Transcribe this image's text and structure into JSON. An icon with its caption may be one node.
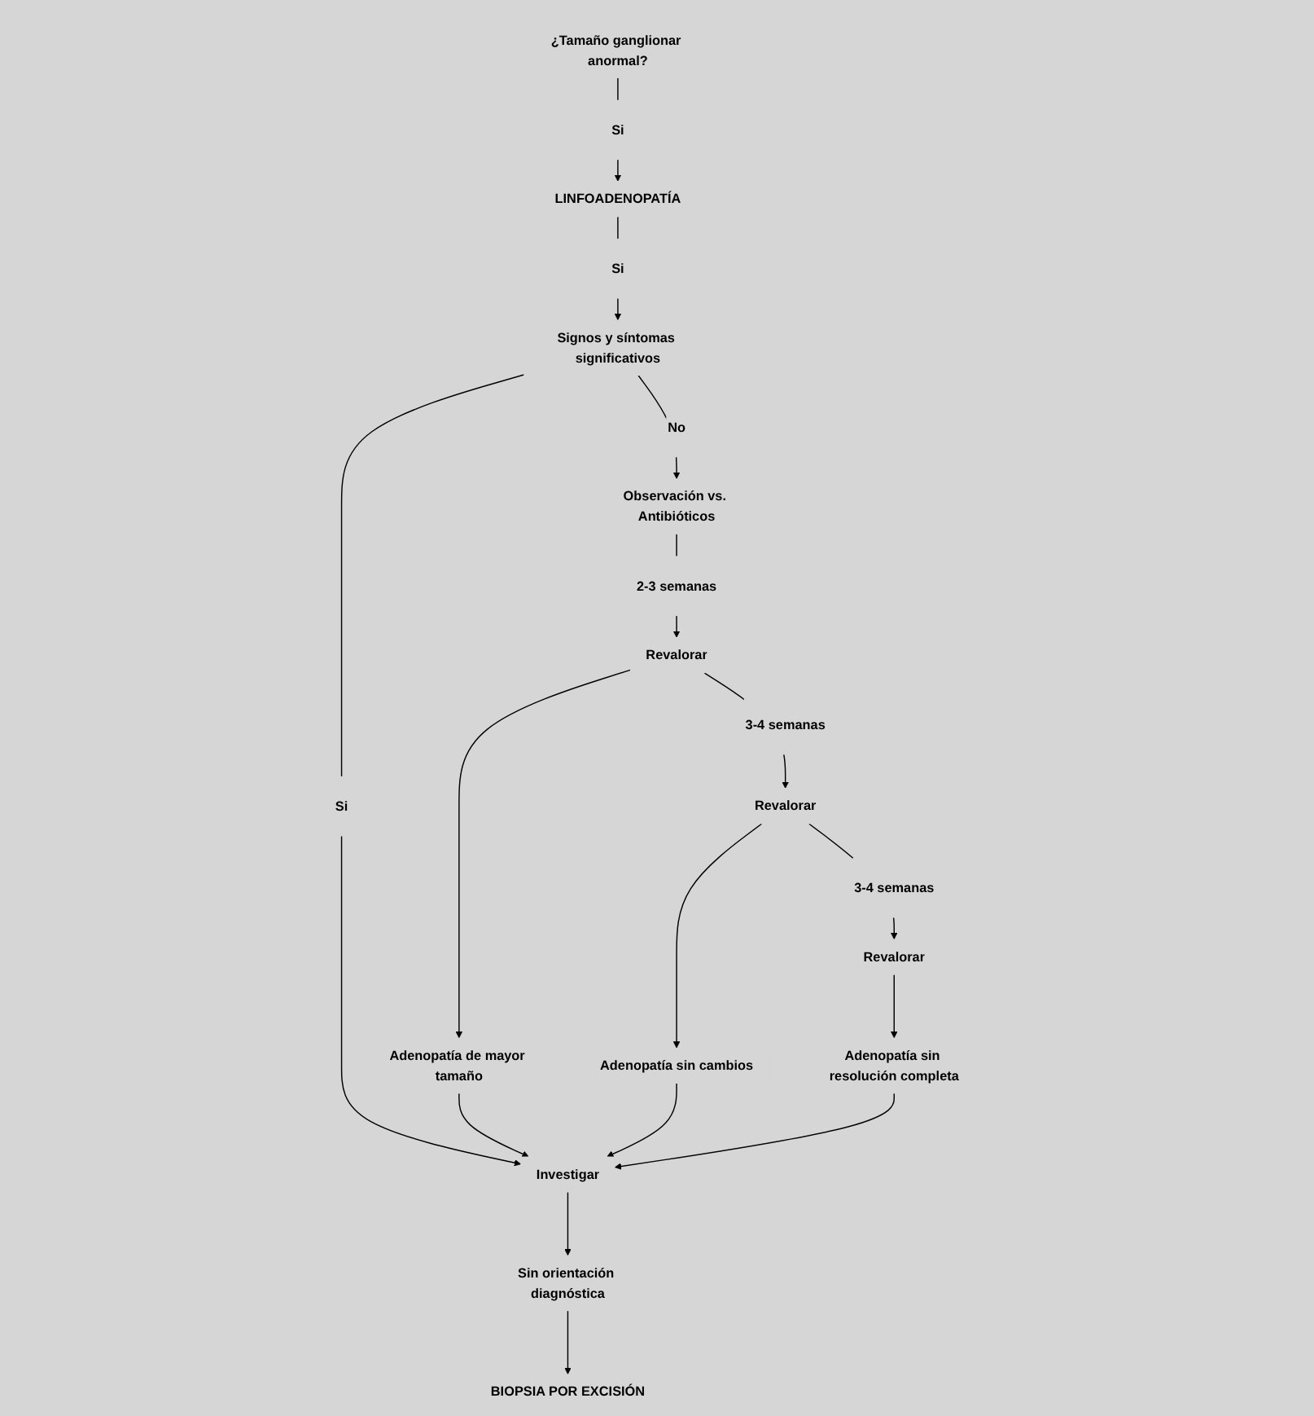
{
  "diagram": {
    "nodes": [
      {
        "text": [
          "¿Tamaño ganglionar anormal?"
        ]
      },
      {
        "text": [
          "LINFOADENOPATÍA"
        ]
      },
      {
        "text": [
          "Signos y síntomas significativos"
        ]
      },
      {
        "text": [
          "Observación vs. Antibióticos"
        ]
      },
      {
        "text": [
          "Revalorar"
        ]
      },
      {
        "text": [
          "Adenopatía de mayor tamaño"
        ]
      },
      {
        "text": [
          "Investigar"
        ]
      },
      {
        "text": [
          "Revalorar"
        ]
      },
      {
        "text": [
          "Adenopatía sin cambios"
        ]
      },
      {
        "text": [
          "Sin orientación diagnóstica"
        ]
      },
      {
        "text": [
          "Revalorar"
        ]
      },
      {
        "text": [
          "Adenopatía sin resolución completa"
        ]
      },
      {
        "text": [
          "BIOPSIA POR EXCISIÓN"
        ]
      }
    ],
    "edges": [
      {
        "from": 0,
        "to": 1,
        "arrow": "to",
        "label": "Si"
      },
      {
        "from": 1,
        "to": 2,
        "arrow": "to",
        "label": "Si"
      },
      {
        "from": 2,
        "to": 3,
        "arrow": "to",
        "label": "No"
      },
      {
        "from": 2,
        "to": 6,
        "arrow": "to",
        "label": "Si"
      },
      {
        "from": 3,
        "to": 4,
        "arrow": "to",
        "label": "2-3 semanas"
      },
      {
        "from": 4,
        "to": 5,
        "arrow": "to"
      },
      {
        "from": 5,
        "to": 6,
        "arrow": "to"
      },
      {
        "from": 4,
        "to": 7,
        "arrow": "to",
        "label": "3-4 semanas"
      },
      {
        "from": 7,
        "to": 8,
        "arrow": "to"
      },
      {
        "from": 8,
        "to": 6,
        "arrow": "to"
      },
      {
        "from": 7,
        "to": 10,
        "arrow": "to",
        "label": "3-4 semanas"
      },
      {
        "from": 10,
        "to": 11,
        "arrow": "to"
      },
      {
        "from": 11,
        "to": 6,
        "arrow": "to"
      },
      {
        "from": 6,
        "to": 9,
        "arrow": "to"
      },
      {
        "from": 9,
        "to": 12,
        "arrow": "to"
      }
    ]
  }
}
